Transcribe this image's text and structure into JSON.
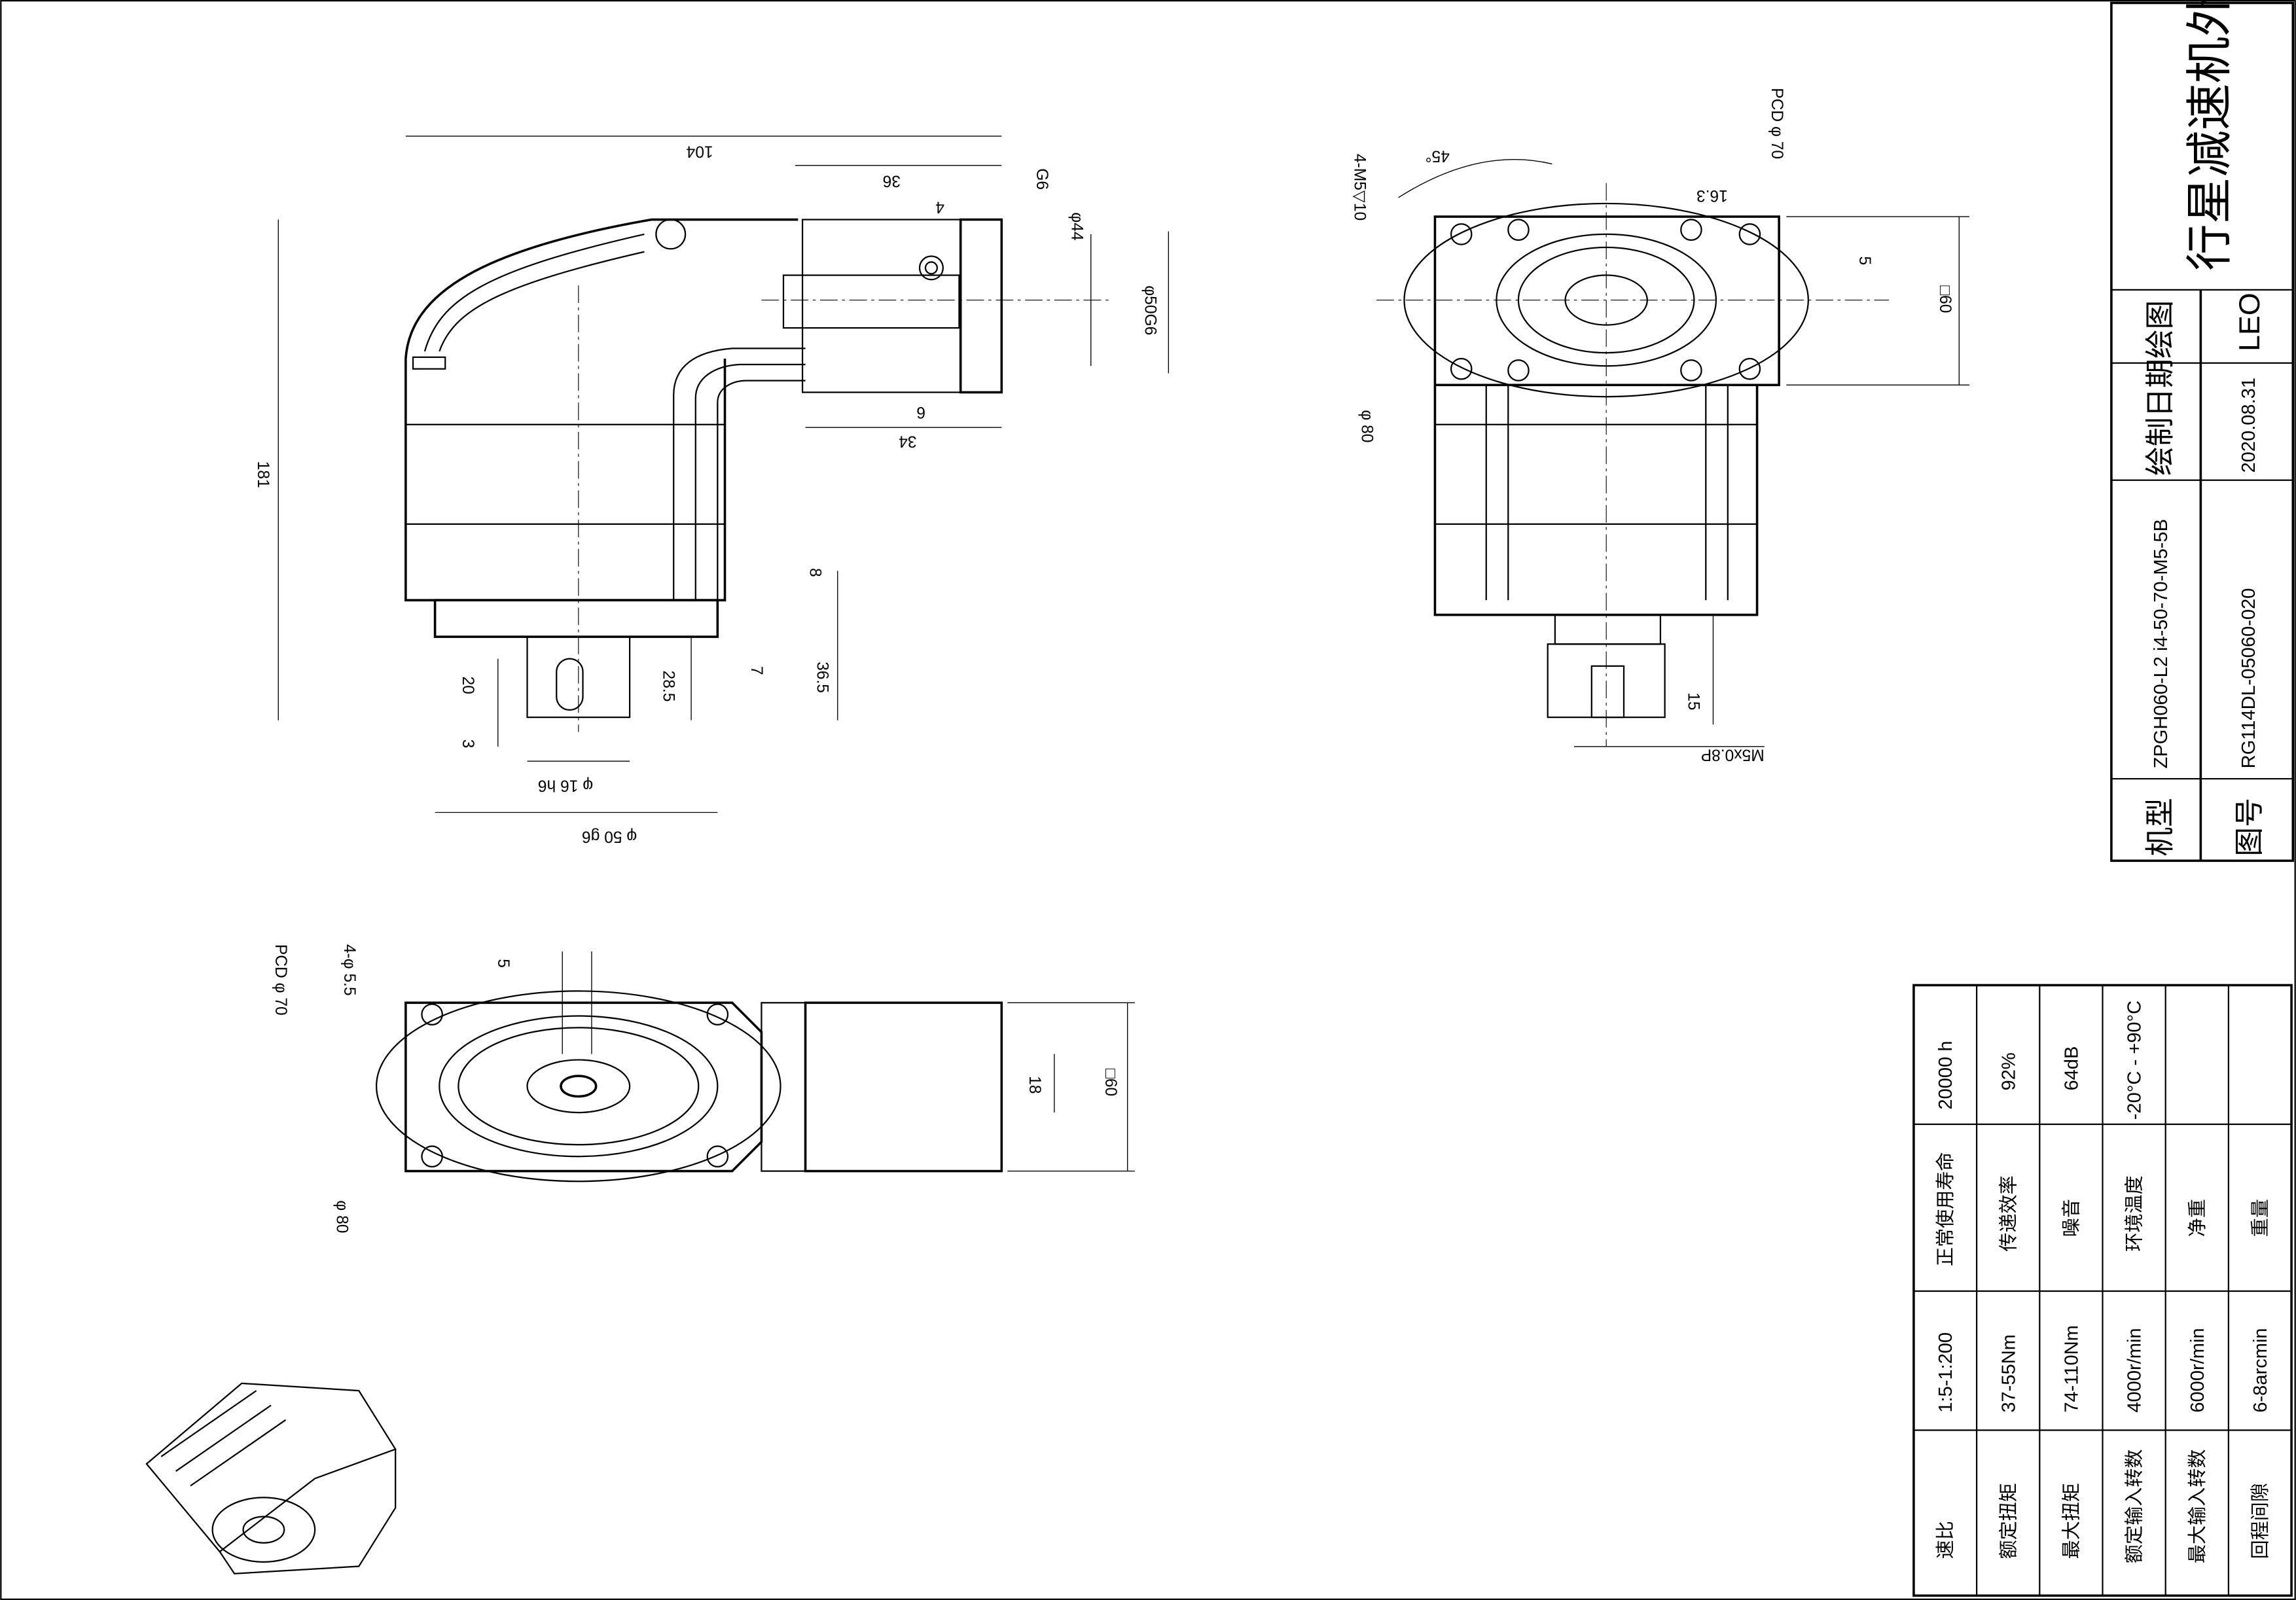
{
  "title_block": {
    "title": "行星减速机外形图",
    "draw_label": "绘图",
    "draw_value": "LEO",
    "date_label": "绘制日期",
    "date_value": "2020.08.31",
    "model_label": "机型",
    "model_value": "ZPGH060-L2 i4-50-70-M5-5B",
    "drawing_no_label": "图号",
    "drawing_no_value": "RG114DL-05060-020"
  },
  "specs": {
    "left": [
      {
        "key": "速比",
        "value": "1:5-1:200"
      },
      {
        "key": "额定扭矩",
        "value": "37-55Nm"
      },
      {
        "key": "最大扭矩",
        "value": "74-110Nm"
      },
      {
        "key": "额定输入转数",
        "value": "4000r/min"
      },
      {
        "key": "最大输入转数",
        "value": "6000r/min"
      },
      {
        "key": "回程间隙",
        "value": "6-8arcmin"
      }
    ],
    "right": [
      {
        "key": "正常使用寿命",
        "value": "20000 h"
      },
      {
        "key": "传递效率",
        "value": "92%"
      },
      {
        "key": "噪音",
        "value": "64dB"
      },
      {
        "key": "环境温度",
        "value": "-20°C - +90°C"
      },
      {
        "key": "净重",
        "value": ""
      },
      {
        "key": "重量",
        "value": ""
      }
    ]
  },
  "side_view": {
    "d104": "104",
    "d36": "36",
    "d4": "4",
    "g6": "G6",
    "phi44": "φ44",
    "phi50g6_in": "φ50G6",
    "d6": "6",
    "d34": "34",
    "d181": "181",
    "d8": "8",
    "d7": "7",
    "d36_5": "36.5",
    "d28_5": "28.5",
    "d20": "20",
    "d3": "3",
    "phi16": "φ 16  h6",
    "phi50": "φ 50  g6"
  },
  "end_view": {
    "m5_holes": "4-M5▽10",
    "angle": "45°",
    "pcd": "PCD  φ 70",
    "d16_3": "16.3",
    "d5": "5",
    "sq60": "□60",
    "phi80": "φ 80",
    "d15": "15",
    "thread": "M5x0.8P"
  },
  "bottom_view": {
    "pcd": "PCD  φ 70",
    "holes": "4-φ 5.5",
    "d5": "5",
    "d18": "18",
    "sq60": "□60",
    "phi80": "φ 80"
  }
}
